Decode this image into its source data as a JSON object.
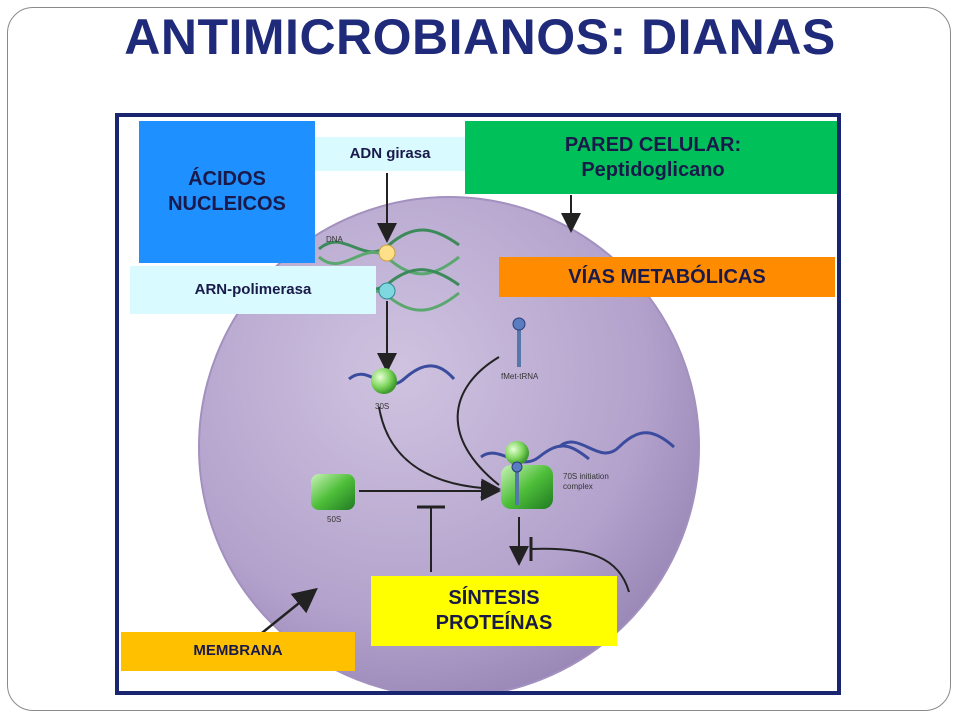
{
  "title": "ANTIMICROBIANOS: DIANAS",
  "labels": {
    "nucleic": "ÁCIDOS\nNUCLEICOS",
    "dna_gyrase": "ADN girasa",
    "cell_wall": "PARED CELULAR:\nPeptidoglicano",
    "rna_polymerase": "ARN-polimerasa",
    "metabolic": "VÍAS METABÓLICAS",
    "protein_synthesis": "SÍNTESIS\nPROTEÍNAS",
    "membrane": "MEMBRANA"
  },
  "diagram_text": {
    "dna": "DNA",
    "fmet_trna": "fMet-tRNA",
    "s30": "30S",
    "s50": "50S",
    "initiation_complex_1": "70S initiation",
    "initiation_complex_2": "complex"
  },
  "colors": {
    "title": "#1f2a7a",
    "frame": "#1a2570",
    "nucleic_bg": "#1e90ff",
    "light_cyan": "#d9fbff",
    "cell_wall_bg": "#00c05a",
    "metabolic_bg": "#ff8c00",
    "protein_bg": "#ffff00",
    "membrane_bg": "#ffc000",
    "cell": "#b3a2cc"
  }
}
